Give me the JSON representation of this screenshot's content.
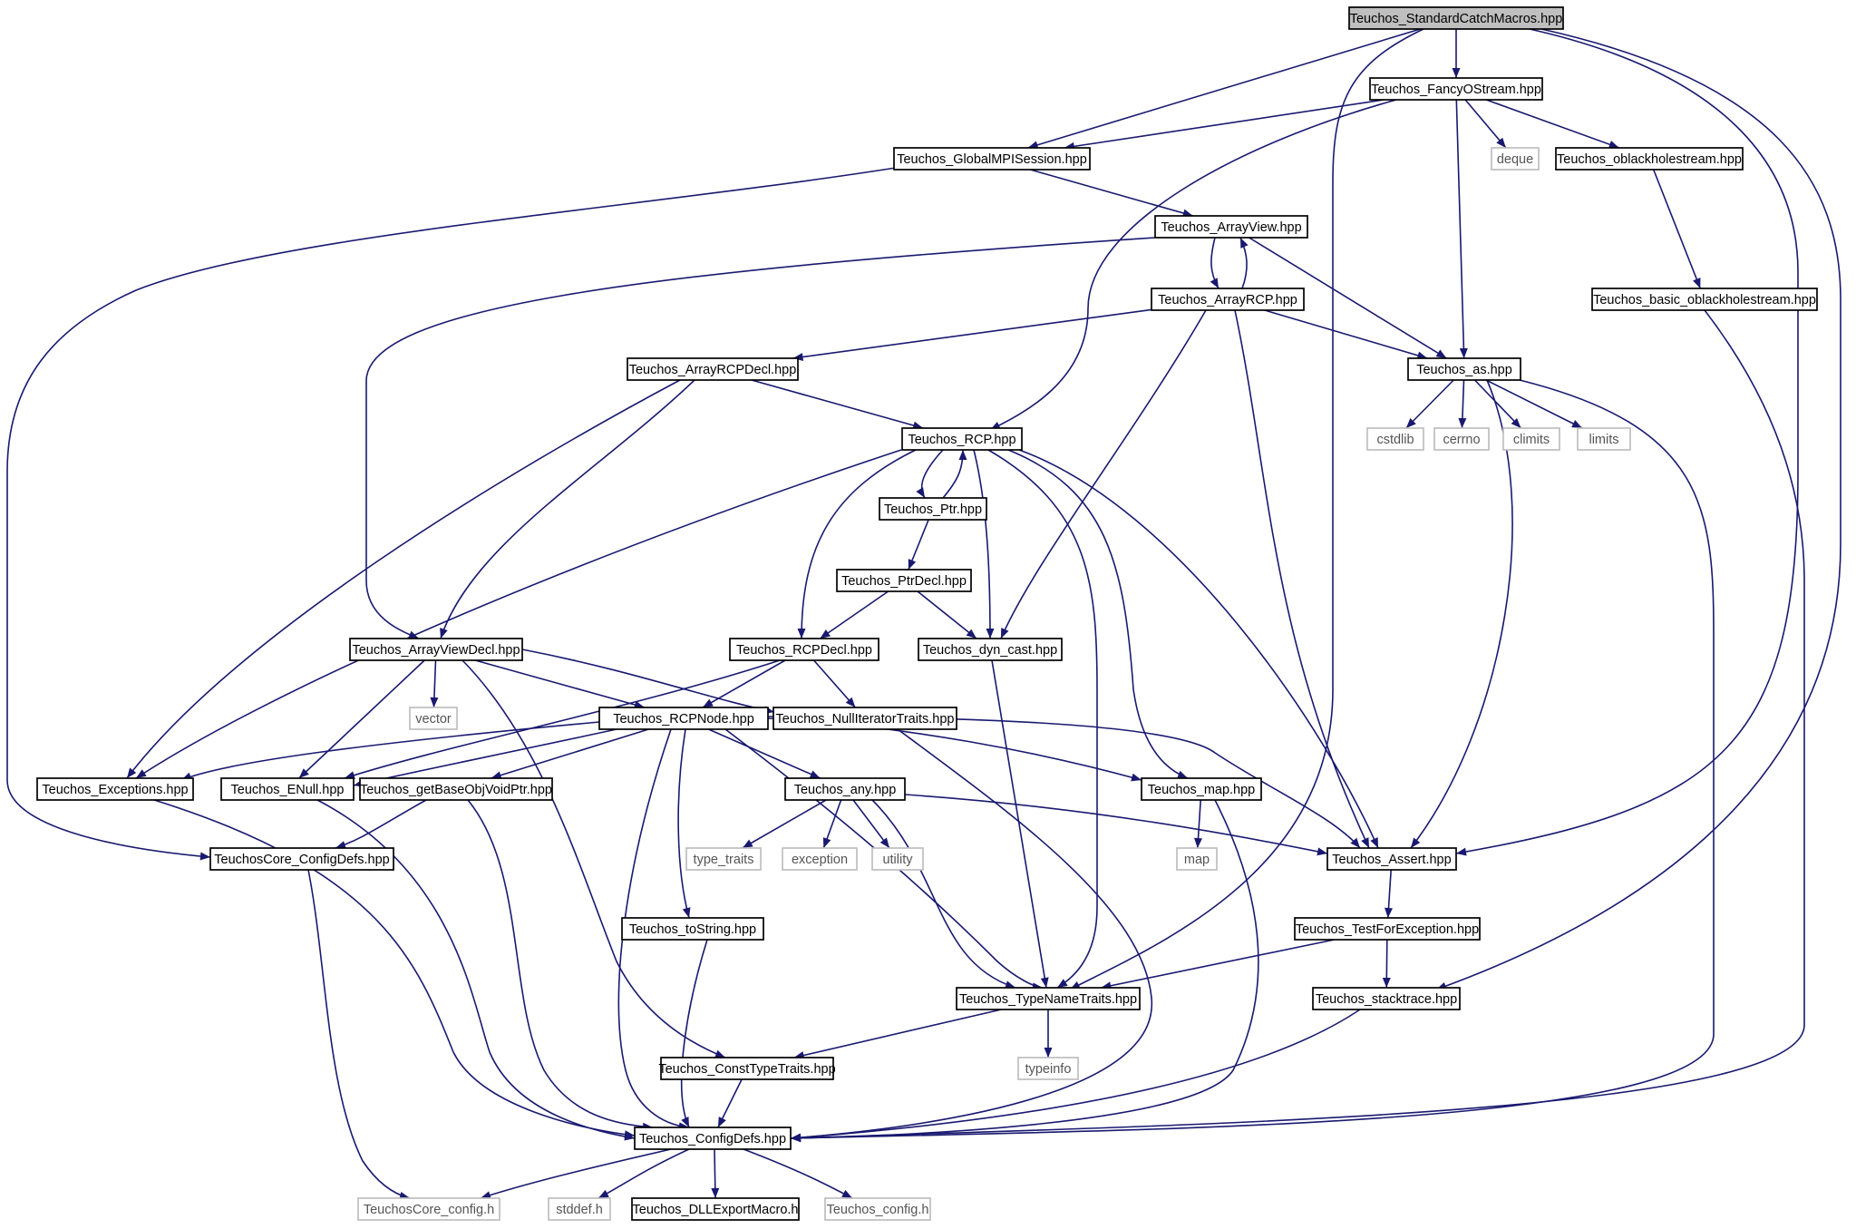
{
  "diagram": {
    "colors": {
      "edge": "#191970",
      "node_border": "#000000",
      "external_border": "#bfbfbf",
      "root_fill": "#bfbfbf",
      "node_fill": "#ffffff"
    },
    "nodes": [
      {
        "id": "StandardCatchMacros",
        "label": "Teuchos_StandardCatchMacros.hpp",
        "kind": "root"
      },
      {
        "id": "FancyOStream",
        "label": "Teuchos_FancyOStream.hpp",
        "kind": "header"
      },
      {
        "id": "GlobalMPISession",
        "label": "Teuchos_GlobalMPISession.hpp",
        "kind": "header"
      },
      {
        "id": "deque",
        "label": "deque",
        "kind": "external"
      },
      {
        "id": "oblackholestream",
        "label": "Teuchos_oblackholestream.hpp",
        "kind": "header"
      },
      {
        "id": "ArrayView",
        "label": "Teuchos_ArrayView.hpp",
        "kind": "header"
      },
      {
        "id": "ArrayRCP",
        "label": "Teuchos_ArrayRCP.hpp",
        "kind": "header"
      },
      {
        "id": "basic_oblackholestream",
        "label": "Teuchos_basic_oblackholestream.hpp",
        "kind": "header"
      },
      {
        "id": "ArrayRCPDecl",
        "label": "Teuchos_ArrayRCPDecl.hpp",
        "kind": "header"
      },
      {
        "id": "as",
        "label": "Teuchos_as.hpp",
        "kind": "header"
      },
      {
        "id": "RCP",
        "label": "Teuchos_RCP.hpp",
        "kind": "header"
      },
      {
        "id": "cstdlib",
        "label": "cstdlib",
        "kind": "external"
      },
      {
        "id": "cerrno",
        "label": "cerrno",
        "kind": "external"
      },
      {
        "id": "climits",
        "label": "climits",
        "kind": "external"
      },
      {
        "id": "limits",
        "label": "limits",
        "kind": "external"
      },
      {
        "id": "Ptr",
        "label": "Teuchos_Ptr.hpp",
        "kind": "header"
      },
      {
        "id": "PtrDecl",
        "label": "Teuchos_PtrDecl.hpp",
        "kind": "header"
      },
      {
        "id": "ArrayViewDecl",
        "label": "Teuchos_ArrayViewDecl.hpp",
        "kind": "header"
      },
      {
        "id": "RCPDecl",
        "label": "Teuchos_RCPDecl.hpp",
        "kind": "header"
      },
      {
        "id": "dyn_cast",
        "label": "Teuchos_dyn_cast.hpp",
        "kind": "header"
      },
      {
        "id": "vector",
        "label": "vector",
        "kind": "external"
      },
      {
        "id": "RCPNode",
        "label": "Teuchos_RCPNode.hpp",
        "kind": "header"
      },
      {
        "id": "NullIteratorTraits",
        "label": "Teuchos_NullIteratorTraits.hpp",
        "kind": "header"
      },
      {
        "id": "Exceptions",
        "label": "Teuchos_Exceptions.hpp",
        "kind": "header"
      },
      {
        "id": "ENull",
        "label": "Teuchos_ENull.hpp",
        "kind": "header"
      },
      {
        "id": "getBaseObjVoidPtr",
        "label": "Teuchos_getBaseObjVoidPtr.hpp",
        "kind": "header"
      },
      {
        "id": "any",
        "label": "Teuchos_any.hpp",
        "kind": "header"
      },
      {
        "id": "map_hpp",
        "label": "Teuchos_map.hpp",
        "kind": "header"
      },
      {
        "id": "CoreConfigDefs",
        "label": "TeuchosCore_ConfigDefs.hpp",
        "kind": "header"
      },
      {
        "id": "type_traits",
        "label": "type_traits",
        "kind": "external"
      },
      {
        "id": "exception",
        "label": "exception",
        "kind": "external"
      },
      {
        "id": "utility",
        "label": "utility",
        "kind": "external"
      },
      {
        "id": "map",
        "label": "map",
        "kind": "external"
      },
      {
        "id": "Assert",
        "label": "Teuchos_Assert.hpp",
        "kind": "header"
      },
      {
        "id": "toString",
        "label": "Teuchos_toString.hpp",
        "kind": "header"
      },
      {
        "id": "TestForException",
        "label": "Teuchos_TestForException.hpp",
        "kind": "header"
      },
      {
        "id": "TypeNameTraits",
        "label": "Teuchos_TypeNameTraits.hpp",
        "kind": "header"
      },
      {
        "id": "stacktrace",
        "label": "Teuchos_stacktrace.hpp",
        "kind": "header"
      },
      {
        "id": "typeinfo",
        "label": "typeinfo",
        "kind": "external"
      },
      {
        "id": "ConstTypeTraits",
        "label": "Teuchos_ConstTypeTraits.hpp",
        "kind": "header"
      },
      {
        "id": "ConfigDefs",
        "label": "Teuchos_ConfigDefs.hpp",
        "kind": "header"
      },
      {
        "id": "CoreConfig_h",
        "label": "TeuchosCore_config.h",
        "kind": "external"
      },
      {
        "id": "stddef",
        "label": "stddef.h",
        "kind": "external"
      },
      {
        "id": "DLLExportMacro",
        "label": "Teuchos_DLLExportMacro.h",
        "kind": "header"
      },
      {
        "id": "config_h",
        "label": "Teuchos_config.h",
        "kind": "external"
      }
    ],
    "edges": [
      [
        "StandardCatchMacros",
        "FancyOStream"
      ],
      [
        "StandardCatchMacros",
        "GlobalMPISession"
      ],
      [
        "StandardCatchMacros",
        "Assert"
      ],
      [
        "StandardCatchMacros",
        "stacktrace"
      ],
      [
        "StandardCatchMacros",
        "TypeNameTraits"
      ],
      [
        "FancyOStream",
        "GlobalMPISession"
      ],
      [
        "FancyOStream",
        "RCP"
      ],
      [
        "FancyOStream",
        "as"
      ],
      [
        "FancyOStream",
        "deque"
      ],
      [
        "FancyOStream",
        "oblackholestream"
      ],
      [
        "GlobalMPISession",
        "ArrayView"
      ],
      [
        "GlobalMPISession",
        "CoreConfigDefs"
      ],
      [
        "oblackholestream",
        "basic_oblackholestream"
      ],
      [
        "basic_oblackholestream",
        "ConfigDefs"
      ],
      [
        "ArrayView",
        "ArrayRCP"
      ],
      [
        "ArrayView",
        "as"
      ],
      [
        "ArrayView",
        "ArrayViewDecl"
      ],
      [
        "ArrayRCP",
        "ArrayView"
      ],
      [
        "ArrayRCP",
        "ArrayRCPDecl"
      ],
      [
        "ArrayRCP",
        "as"
      ],
      [
        "ArrayRCP",
        "dyn_cast"
      ],
      [
        "ArrayRCP",
        "Assert"
      ],
      [
        "ArrayRCPDecl",
        "RCP"
      ],
      [
        "ArrayRCPDecl",
        "ArrayViewDecl"
      ],
      [
        "ArrayRCPDecl",
        "Exceptions"
      ],
      [
        "as",
        "cstdlib"
      ],
      [
        "as",
        "cerrno"
      ],
      [
        "as",
        "climits"
      ],
      [
        "as",
        "limits"
      ],
      [
        "as",
        "Assert"
      ],
      [
        "as",
        "ConfigDefs"
      ],
      [
        "RCP",
        "Ptr"
      ],
      [
        "RCP",
        "RCPDecl"
      ],
      [
        "RCP",
        "dyn_cast"
      ],
      [
        "RCP",
        "TypeNameTraits"
      ],
      [
        "RCP",
        "map_hpp"
      ],
      [
        "RCP",
        "Assert"
      ],
      [
        "RCP",
        "Exceptions"
      ],
      [
        "Ptr",
        "RCP"
      ],
      [
        "Ptr",
        "PtrDecl"
      ],
      [
        "PtrDecl",
        "RCPDecl"
      ],
      [
        "PtrDecl",
        "dyn_cast"
      ],
      [
        "ArrayViewDecl",
        "vector"
      ],
      [
        "ArrayViewDecl",
        "RCPNode"
      ],
      [
        "ArrayViewDecl",
        "NullIteratorTraits"
      ],
      [
        "ArrayViewDecl",
        "ENull"
      ],
      [
        "ArrayViewDecl",
        "ConstTypeTraits"
      ],
      [
        "RCPDecl",
        "RCPNode"
      ],
      [
        "RCPDecl",
        "NullIteratorTraits"
      ],
      [
        "RCPDecl",
        "ENull"
      ],
      [
        "dyn_cast",
        "TypeNameTraits"
      ],
      [
        "RCPNode",
        "Exceptions"
      ],
      [
        "RCPNode",
        "ENull"
      ],
      [
        "RCPNode",
        "getBaseObjVoidPtr"
      ],
      [
        "RCPNode",
        "any"
      ],
      [
        "RCPNode",
        "map_hpp"
      ],
      [
        "RCPNode",
        "Assert"
      ],
      [
        "RCPNode",
        "TypeNameTraits"
      ],
      [
        "RCPNode",
        "toString"
      ],
      [
        "RCPNode",
        "ConfigDefs"
      ],
      [
        "NullIteratorTraits",
        "ConfigDefs"
      ],
      [
        "Exceptions",
        "ConfigDefs"
      ],
      [
        "ENull",
        "ConfigDefs"
      ],
      [
        "getBaseObjVoidPtr",
        "CoreConfigDefs"
      ],
      [
        "getBaseObjVoidPtr",
        "ConfigDefs"
      ],
      [
        "any",
        "type_traits"
      ],
      [
        "any",
        "exception"
      ],
      [
        "any",
        "utility"
      ],
      [
        "any",
        "Assert"
      ],
      [
        "any",
        "TypeNameTraits"
      ],
      [
        "map_hpp",
        "map"
      ],
      [
        "map_hpp",
        "ConfigDefs"
      ],
      [
        "CoreConfigDefs",
        "CoreConfig_h"
      ],
      [
        "Assert",
        "TestForException"
      ],
      [
        "TestForException",
        "TypeNameTraits"
      ],
      [
        "TestForException",
        "stacktrace"
      ],
      [
        "stacktrace",
        "ConfigDefs"
      ],
      [
        "toString",
        "ConfigDefs"
      ],
      [
        "TypeNameTraits",
        "typeinfo"
      ],
      [
        "TypeNameTraits",
        "ConstTypeTraits"
      ],
      [
        "ConstTypeTraits",
        "ConfigDefs"
      ],
      [
        "ConfigDefs",
        "CoreConfig_h"
      ],
      [
        "ConfigDefs",
        "stddef"
      ],
      [
        "ConfigDefs",
        "DLLExportMacro"
      ],
      [
        "ConfigDefs",
        "config_h"
      ]
    ]
  }
}
